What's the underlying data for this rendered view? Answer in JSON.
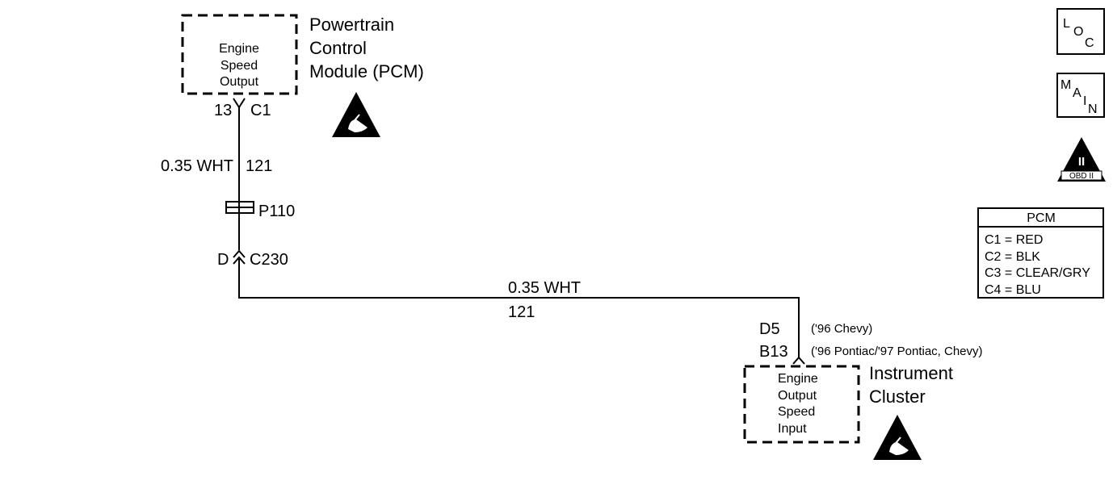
{
  "pcm": {
    "name_lines": [
      "Powertrain",
      "Control",
      "Module (PCM)"
    ],
    "circuit_lines": [
      "Engine",
      "Speed",
      "Output"
    ],
    "pin": "13",
    "connector": "C1"
  },
  "wire_upper": {
    "gauge_color": "0.35 WHT",
    "circuit": "121"
  },
  "splice": {
    "label": "P110"
  },
  "inline_connector": {
    "pin": "D",
    "label": "C230"
  },
  "wire_lower": {
    "gauge_color": "0.35 WHT",
    "circuit": "121"
  },
  "cluster": {
    "name_lines": [
      "Instrument",
      "Cluster"
    ],
    "circuit_lines": [
      "Engine",
      "Output",
      "Speed",
      "Input"
    ],
    "pins": [
      {
        "pin": "D5",
        "note": "('96 Chevy)"
      },
      {
        "pin": "B13",
        "note": "('96 Pontiac/'97 Pontiac, Chevy)"
      }
    ]
  },
  "icons": {
    "loc": {
      "letters": [
        "L",
        "O",
        "C"
      ]
    },
    "main": {
      "letters": [
        "M",
        "A",
        "I",
        "N"
      ]
    },
    "obd": {
      "numeral": "II",
      "label": "OBD II"
    }
  },
  "legend": {
    "title": "PCM",
    "rows": [
      "C1 = RED",
      "C2 = BLK",
      "C3 = CLEAR/GRY",
      "C4 = BLU"
    ]
  }
}
